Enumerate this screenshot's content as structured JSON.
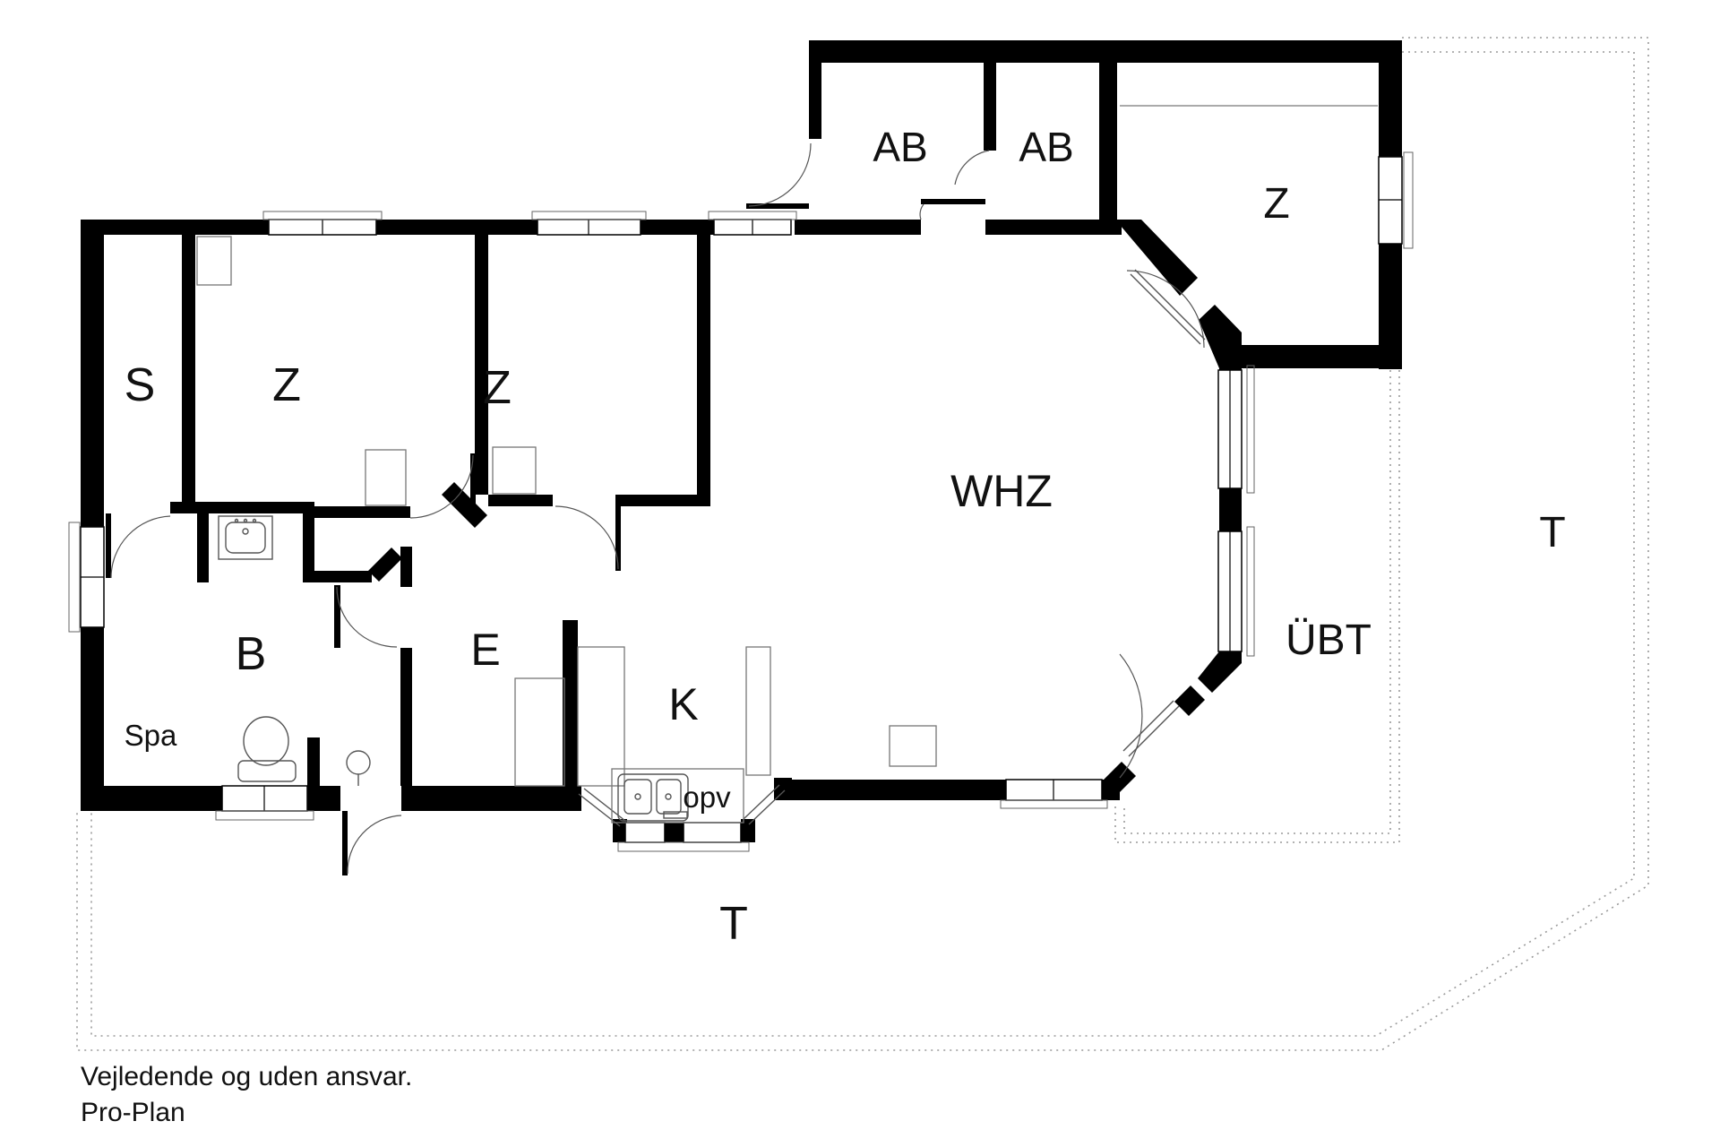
{
  "rooms": {
    "s": {
      "label": "S"
    },
    "z1": {
      "label": "Z"
    },
    "z2": {
      "label": "Z"
    },
    "ab1": {
      "label": "AB"
    },
    "ab2": {
      "label": "AB"
    },
    "z3": {
      "label": "Z"
    },
    "whz": {
      "label": "WHZ"
    },
    "b": {
      "label": "B"
    },
    "e": {
      "label": "E"
    },
    "k": {
      "label": "K"
    },
    "uebt": {
      "label": "ÜBT"
    },
    "t_right": {
      "label": "T"
    },
    "t_bottom": {
      "label": "T"
    },
    "spa": {
      "label": "Spa"
    },
    "opv": {
      "label": "opv"
    }
  },
  "footer": {
    "disclaimer": "Vejledende og uden ansvar.",
    "brand": "Pro-Plan"
  },
  "colors": {
    "wall": "#000000",
    "thin_line": "#555555",
    "boundary": "#9a9a9a",
    "background": "#ffffff"
  }
}
